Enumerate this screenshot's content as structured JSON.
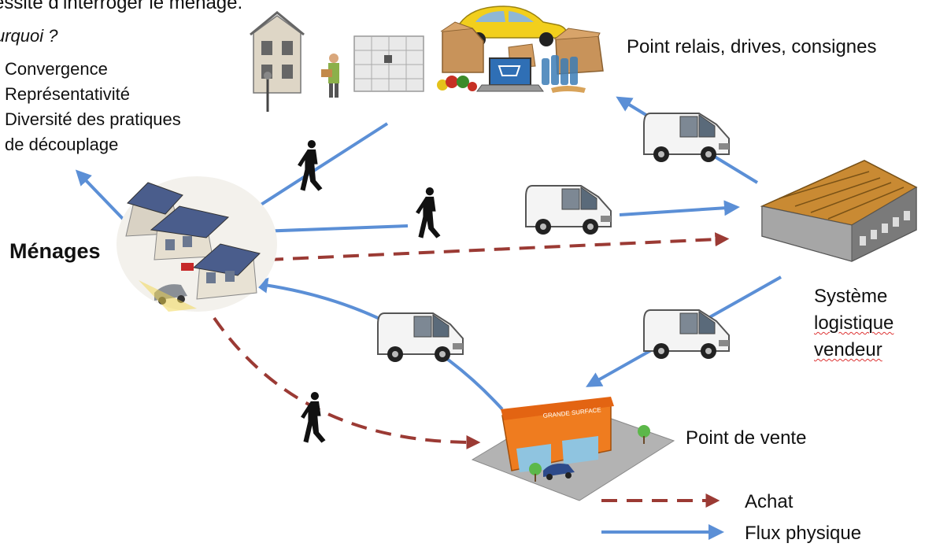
{
  "header_text": "essite d’interroger le ménage.",
  "why": {
    "title": "urquoi ?",
    "items": [
      "Convergence",
      "Représentativité",
      "Diversité des pratiques",
      "de découplage"
    ]
  },
  "nodes": {
    "menages": "Ménages",
    "relais": "Point relais, drives, consignes",
    "systeme_line1": "Système",
    "systeme_line2": "logistique",
    "systeme_line3": "vendeur",
    "vente": "Point de vente",
    "store_sign": "GRANDE SURFACE"
  },
  "legend": {
    "achat": "Achat",
    "flux": "Flux physique"
  },
  "colors": {
    "achat": "#9b3a34",
    "flux": "#5b8fd6",
    "roof_house": "#4a5d8c",
    "store": "#ef7c1f",
    "warehouse_roof": "#c98a33"
  }
}
